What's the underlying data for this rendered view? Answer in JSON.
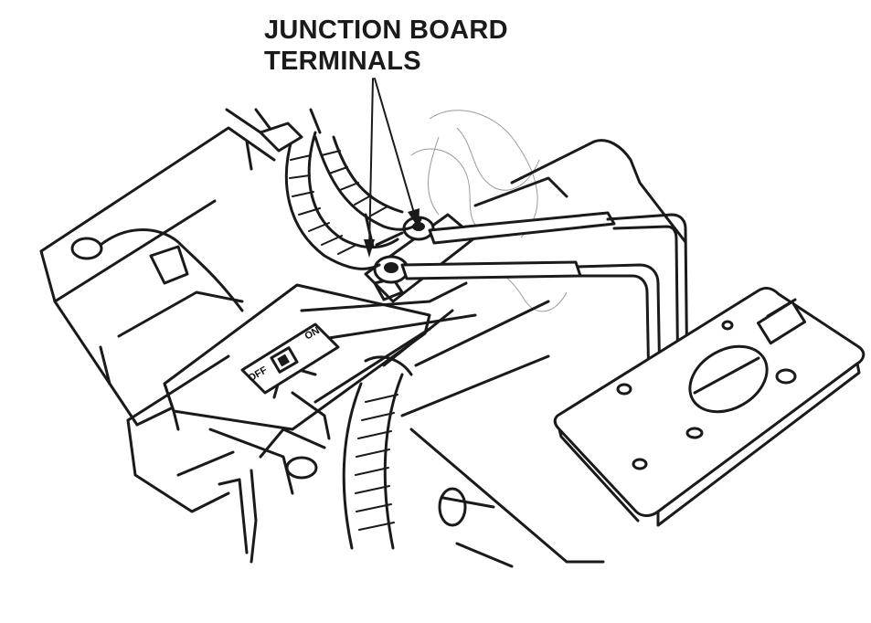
{
  "callout": {
    "line1": "JUNCTION BOARD",
    "line2": "TERMINALS"
  },
  "switch": {
    "on_label": "ON",
    "off_label": "OFF"
  },
  "colors": {
    "ink": "#1a1a1a",
    "paper": "#ffffff",
    "sketch": "#9a9a9a"
  }
}
